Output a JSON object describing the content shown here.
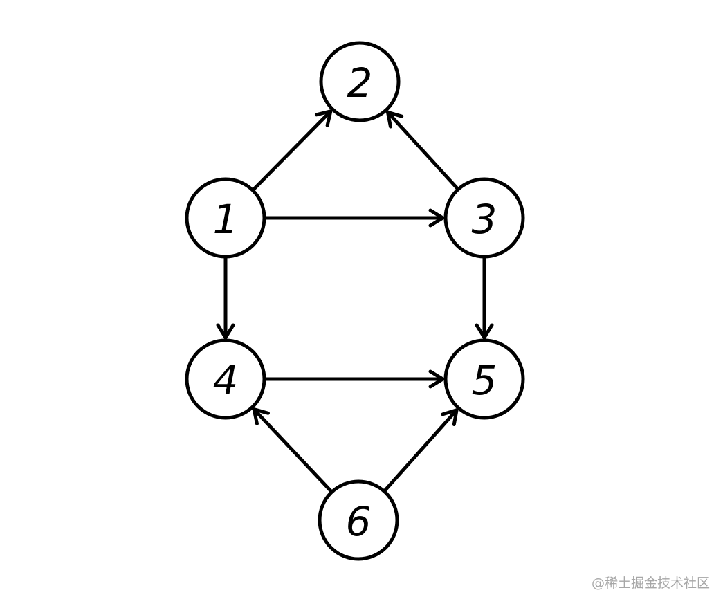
{
  "diagram": {
    "nodes": [
      {
        "id": "1",
        "label": "1"
      },
      {
        "id": "2",
        "label": "2"
      },
      {
        "id": "3",
        "label": "3"
      },
      {
        "id": "4",
        "label": "4"
      },
      {
        "id": "5",
        "label": "5"
      },
      {
        "id": "6",
        "label": "6"
      }
    ],
    "edges": [
      {
        "from": "1",
        "to": "2"
      },
      {
        "from": "1",
        "to": "3"
      },
      {
        "from": "1",
        "to": "4"
      },
      {
        "from": "3",
        "to": "2"
      },
      {
        "from": "3",
        "to": "5"
      },
      {
        "from": "4",
        "to": "5"
      },
      {
        "from": "6",
        "to": "4"
      },
      {
        "from": "6",
        "to": "5"
      }
    ]
  },
  "watermark": "@稀土掘金技术社区"
}
